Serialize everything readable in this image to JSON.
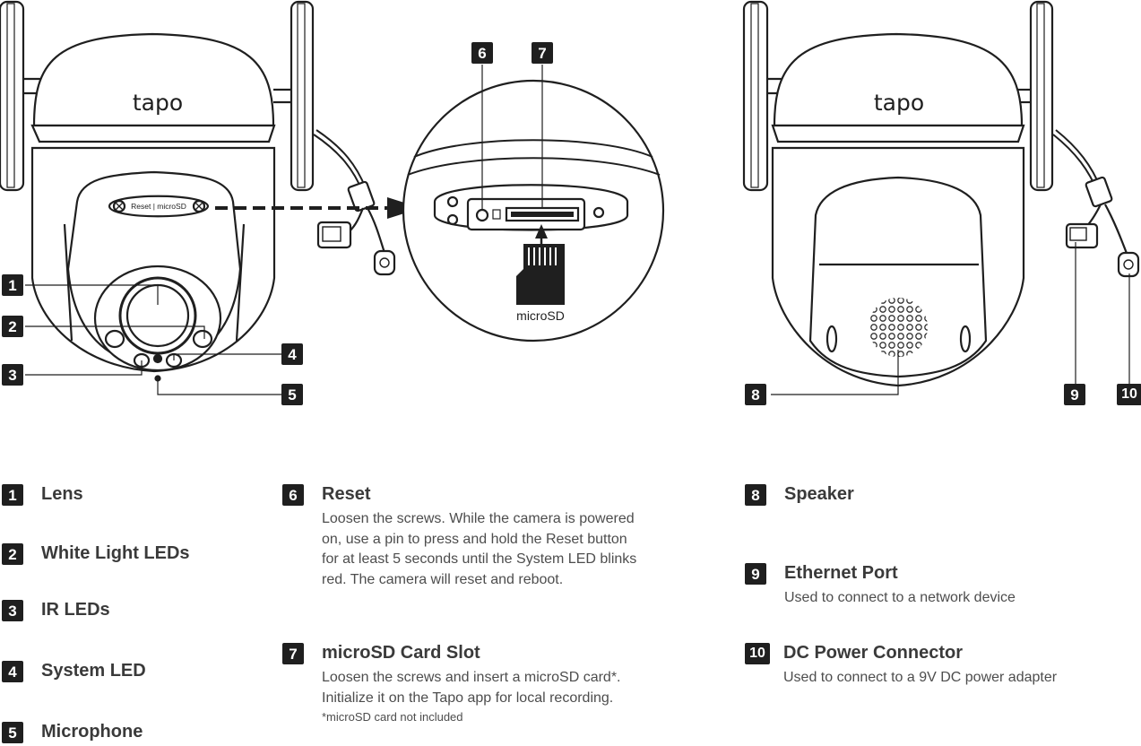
{
  "diagram": {
    "front_view": {
      "brand": "tapo",
      "strip_text": "Reset | microSD"
    },
    "zoom_view": {
      "card_label": "microSD"
    },
    "rear_view": {
      "brand": "tapo"
    },
    "callouts": [
      "1",
      "2",
      "3",
      "4",
      "5",
      "6",
      "7",
      "8",
      "9",
      "10"
    ]
  },
  "legend": [
    {
      "number": "1",
      "title": "Lens",
      "desc": "",
      "note": ""
    },
    {
      "number": "2",
      "title": "White Light LEDs",
      "desc": "",
      "note": ""
    },
    {
      "number": "3",
      "title": "IR LEDs",
      "desc": "",
      "note": ""
    },
    {
      "number": "4",
      "title": "System LED",
      "desc": "",
      "note": ""
    },
    {
      "number": "5",
      "title": "Microphone",
      "desc": "",
      "note": ""
    },
    {
      "number": "6",
      "title": "Reset",
      "desc": "Loosen the screws. While the camera is powered on, use a pin to press and hold the Reset button for at least 5 seconds until the System LED blinks red. The camera will reset and reboot.",
      "note": ""
    },
    {
      "number": "7",
      "title": "microSD Card Slot",
      "desc": "Loosen the screws and insert a microSD card*. Initialize it on the Tapo app for local recording.",
      "note": "*microSD card not included"
    },
    {
      "number": "8",
      "title": "Speaker",
      "desc": "",
      "note": ""
    },
    {
      "number": "9",
      "title": "Ethernet Port",
      "desc": "Used to connect to a network device",
      "note": ""
    },
    {
      "number": "10",
      "title": "DC Power Connector",
      "desc": "Used to connect to a 9V DC power adapter",
      "note": ""
    }
  ]
}
